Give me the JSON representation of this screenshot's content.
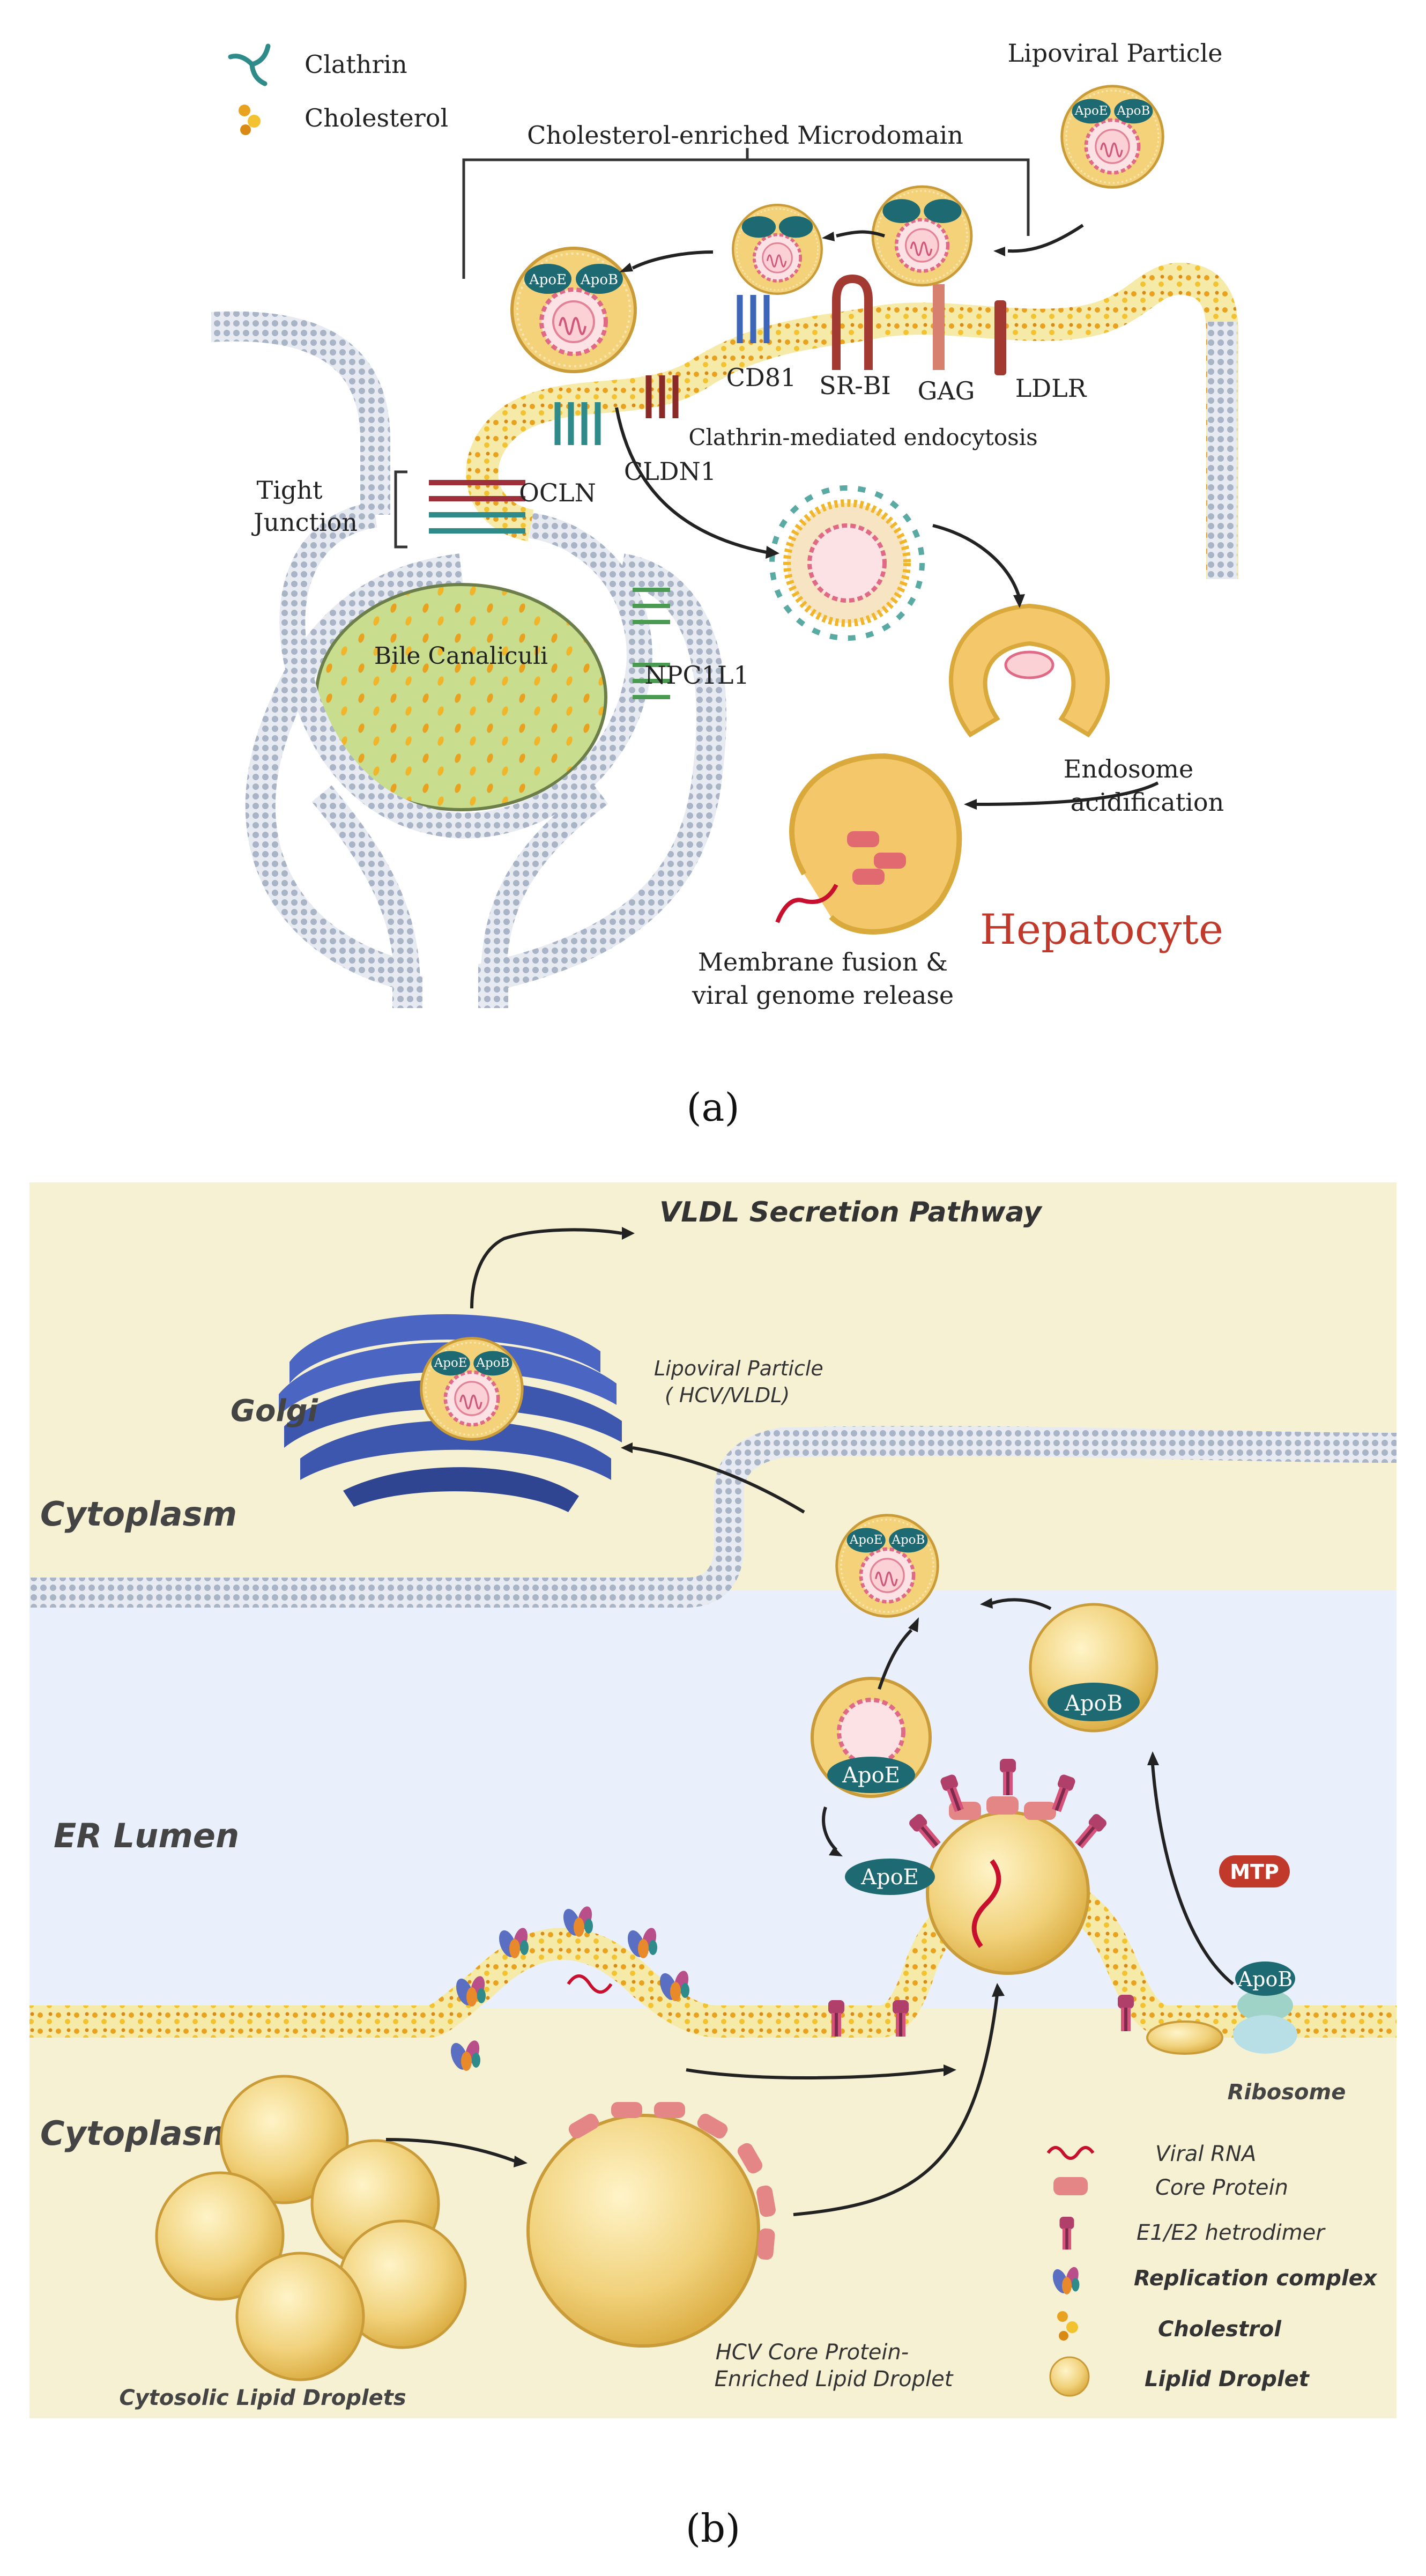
{
  "panel_a": {
    "legend": {
      "clathrin": "Clathrin",
      "cholesterol": "Cholesterol"
    },
    "microdomain_label": "Cholesterol-enriched Microdomain",
    "lipoviral_particle": "Lipoviral Particle",
    "apoe": "ApoE",
    "apob": "ApoB",
    "receptors": {
      "cd81": "CD81",
      "srbi": "SR-BI",
      "gag": "GAG",
      "ldlr": "LDLR",
      "ocln": "OCLN",
      "cldn1": "CLDN1",
      "npc1l1": "NPC1L1"
    },
    "tight_junction_line1": "Tight",
    "tight_junction_line2": "Junction",
    "bile_canaliculi": "Bile Canaliculi",
    "clathrin_endocytosis": "Clathrin-mediated endocytosis",
    "endosome_line1": "Endosome",
    "endosome_line2": "acidification",
    "fusion_line1": "Membrane fusion &",
    "fusion_line2": "viral genome release",
    "hepatocyte": "Hepatocyte",
    "caption": "(a)"
  },
  "panel_b": {
    "vldl": "VLDL Secretion Pathway",
    "golgi": "Golgi",
    "lipoviral_line1": "Lipoviral Particle",
    "lipoviral_line2": "( HCV/VLDL)",
    "cytoplasm_top": "Cytoplasm",
    "er_lumen": "ER Lumen",
    "cytoplasm_bottom": "Cytoplasm",
    "apoe": "ApoE",
    "apob": "ApoB",
    "mtp": "MTP",
    "ribosome": "Ribosome",
    "cytosolic_ld": "Cytosolic Lipid Droplets",
    "core_ld_line1": "HCV Core Protein-",
    "core_ld_line2": "Enriched Lipid Droplet",
    "legend": [
      {
        "icon": "viral-rna-icon",
        "label": "Viral RNA"
      },
      {
        "icon": "core-protein-icon",
        "label": "Core Protein"
      },
      {
        "icon": "e1e2-icon",
        "label": "E1/E2 hetrodimer"
      },
      {
        "icon": "replication-complex-icon",
        "label": "Replication complex"
      },
      {
        "icon": "cholesterol-icon",
        "label": "Cholestrol"
      },
      {
        "icon": "lipid-droplet-icon",
        "label": "Liplid Droplet"
      }
    ],
    "caption": "(b)"
  },
  "colors": {
    "membrane_head": "#a9b4c6",
    "particle_fill": "#f4d27a",
    "apo_fill": "#1e6a73",
    "hepatocyte": "#c0392b",
    "bile_fill": "#c8dc8c",
    "cytoplasm_bg": "#f7f1d3",
    "er_bg": "#e9f0fb",
    "golgi": "#4a66c2",
    "mtp": "#c0392b"
  }
}
